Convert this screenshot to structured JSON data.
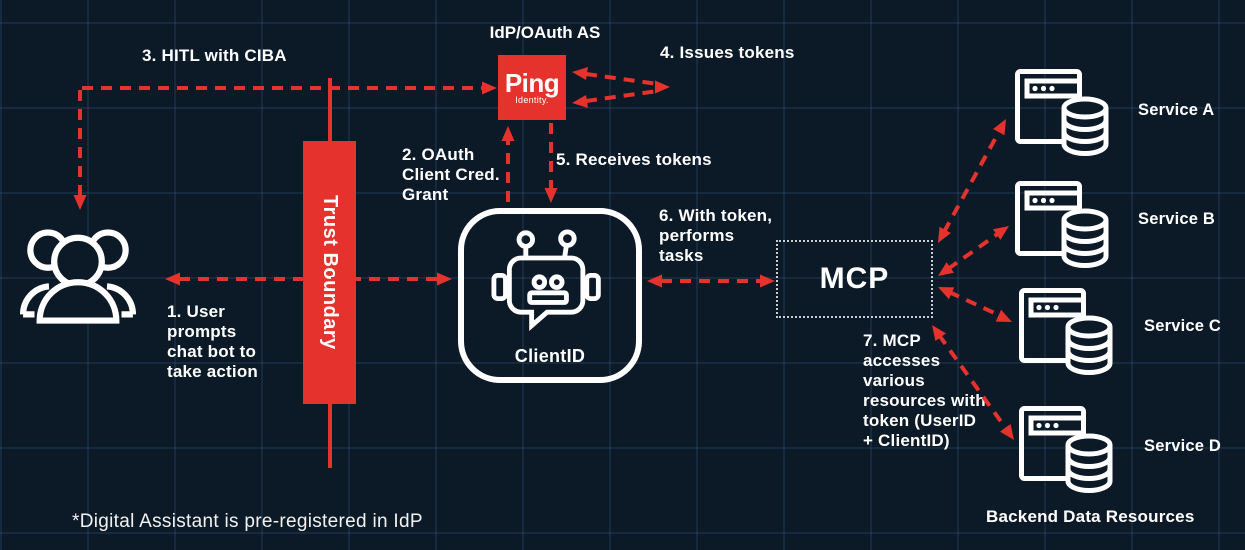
{
  "colors": {
    "background": "#0c1926",
    "grid_line": "#28425f",
    "accent_red": "#e5322c",
    "text_white": "#ffffff"
  },
  "labels": {
    "idp_title": "IdP/OAuth AS",
    "step1": "1. User\nprompts\nchat bot to\ntake action",
    "step2": "2. OAuth\nClient Cred.\nGrant",
    "step3": "3. HITL with CIBA",
    "step4": "4. Issues tokens",
    "step5": "5. Receives tokens",
    "step6": "6. With token,\nperforms\ntasks",
    "step7": "7. MCP\naccesses\nvarious\nresources with\ntoken (UserID\n+ ClientID)",
    "backend_label": "Backend Data Resources",
    "footnote": "*Digital Assistant is pre-registered in IdP"
  },
  "nodes": {
    "ping": {
      "brand": "Ping",
      "brand_sub": "Identity."
    },
    "trust_boundary": {
      "label": "Trust Boundary"
    },
    "client": {
      "label": "ClientID"
    },
    "mcp": {
      "label": "MCP"
    },
    "services": [
      {
        "label": "Service A"
      },
      {
        "label": "Service B"
      },
      {
        "label": "Service C"
      },
      {
        "label": "Service D"
      }
    ]
  }
}
